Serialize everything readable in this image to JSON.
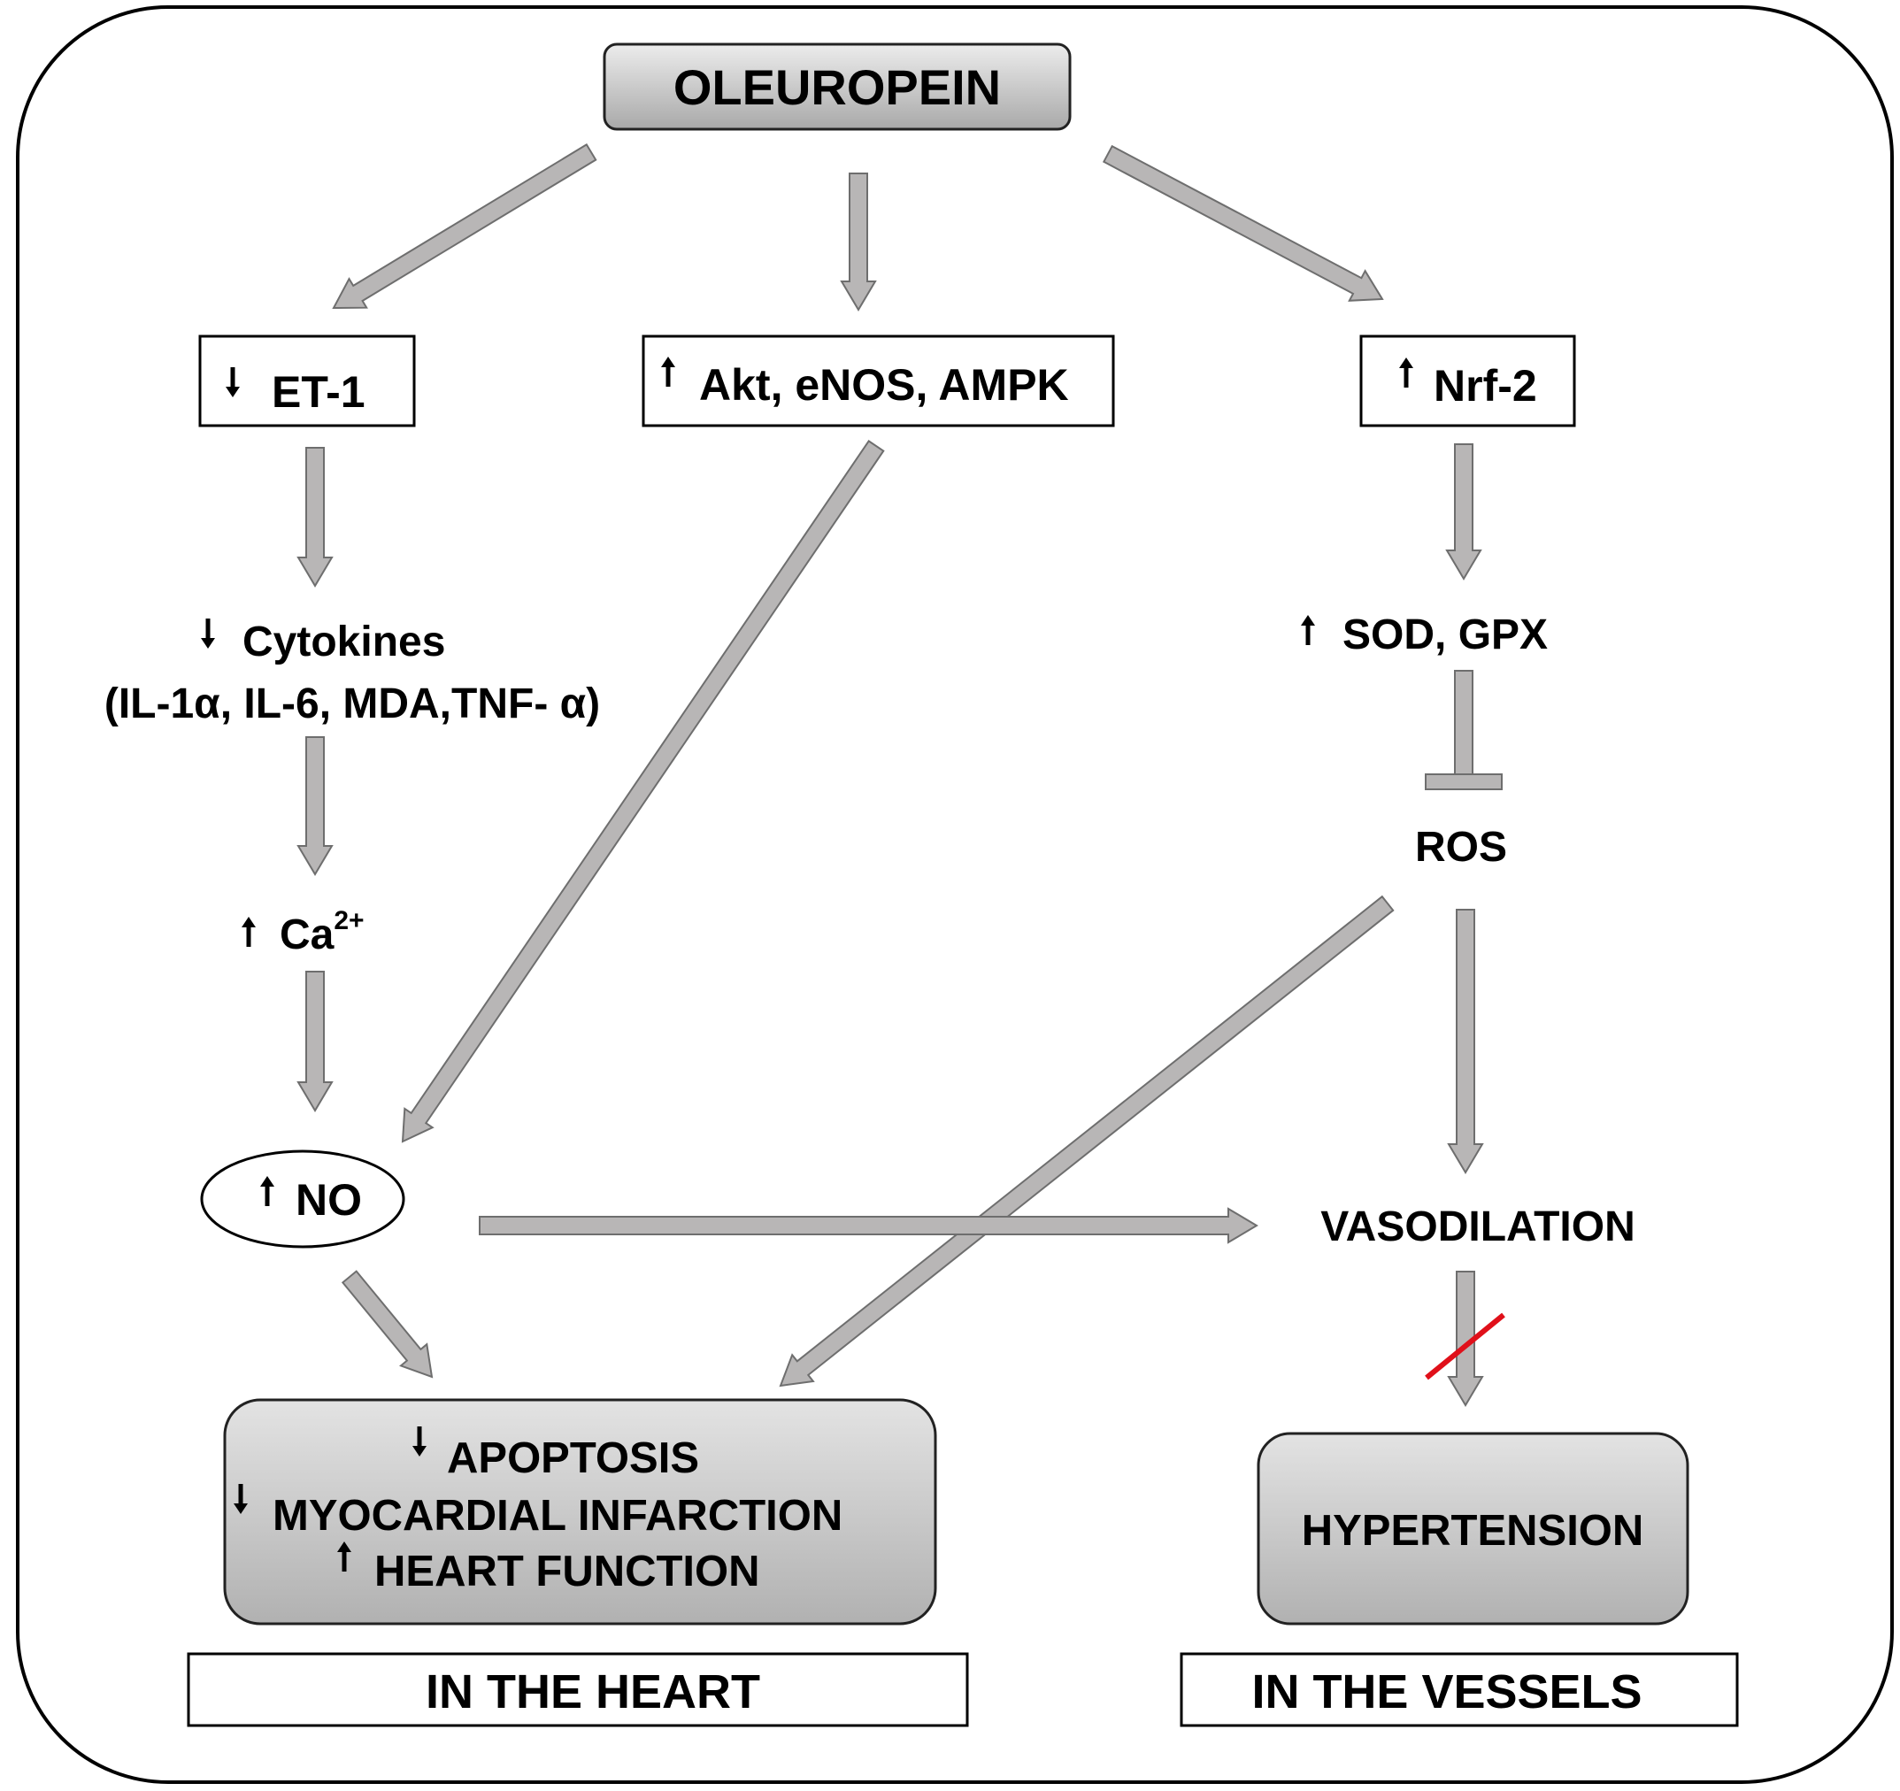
{
  "title": "OLEUROPEIN",
  "nodes": {
    "et1": {
      "label": "ET-1",
      "direction": "down"
    },
    "akt": {
      "label": "Akt, eNOS, AMPK",
      "direction": "up"
    },
    "nrf2": {
      "label": "Nrf-2",
      "direction": "up"
    },
    "cytokines": {
      "label": "Cytokines",
      "detail": "(IL-1α, IL-6, MDA,TNF- α)",
      "direction": "down"
    },
    "ca": {
      "label": "Ca",
      "superscript": "2+",
      "direction": "up"
    },
    "sod": {
      "label": "SOD, GPX",
      "direction": "up"
    },
    "ros": {
      "label": "ROS"
    },
    "no": {
      "label": "NO",
      "direction": "up"
    },
    "vasodilation": {
      "label": "VASODILATION"
    },
    "heart_outcome": {
      "lines": [
        {
          "text": "APOPTOSIS",
          "direction": "down"
        },
        {
          "text": "MYOCARDIAL INFARCTION",
          "direction": "down"
        },
        {
          "text": "HEART FUNCTION",
          "direction": "up"
        }
      ]
    },
    "hypertension": {
      "label": "HYPERTENSION"
    }
  },
  "footers": {
    "heart": "IN THE HEART",
    "vessels": "IN THE VESSELS"
  },
  "colors": {
    "arrow_fill": "#b8b6b6",
    "arrow_stroke": "#6e6e6e",
    "box_gray": "#c3c3c3",
    "block_mark": "#e0101a"
  }
}
